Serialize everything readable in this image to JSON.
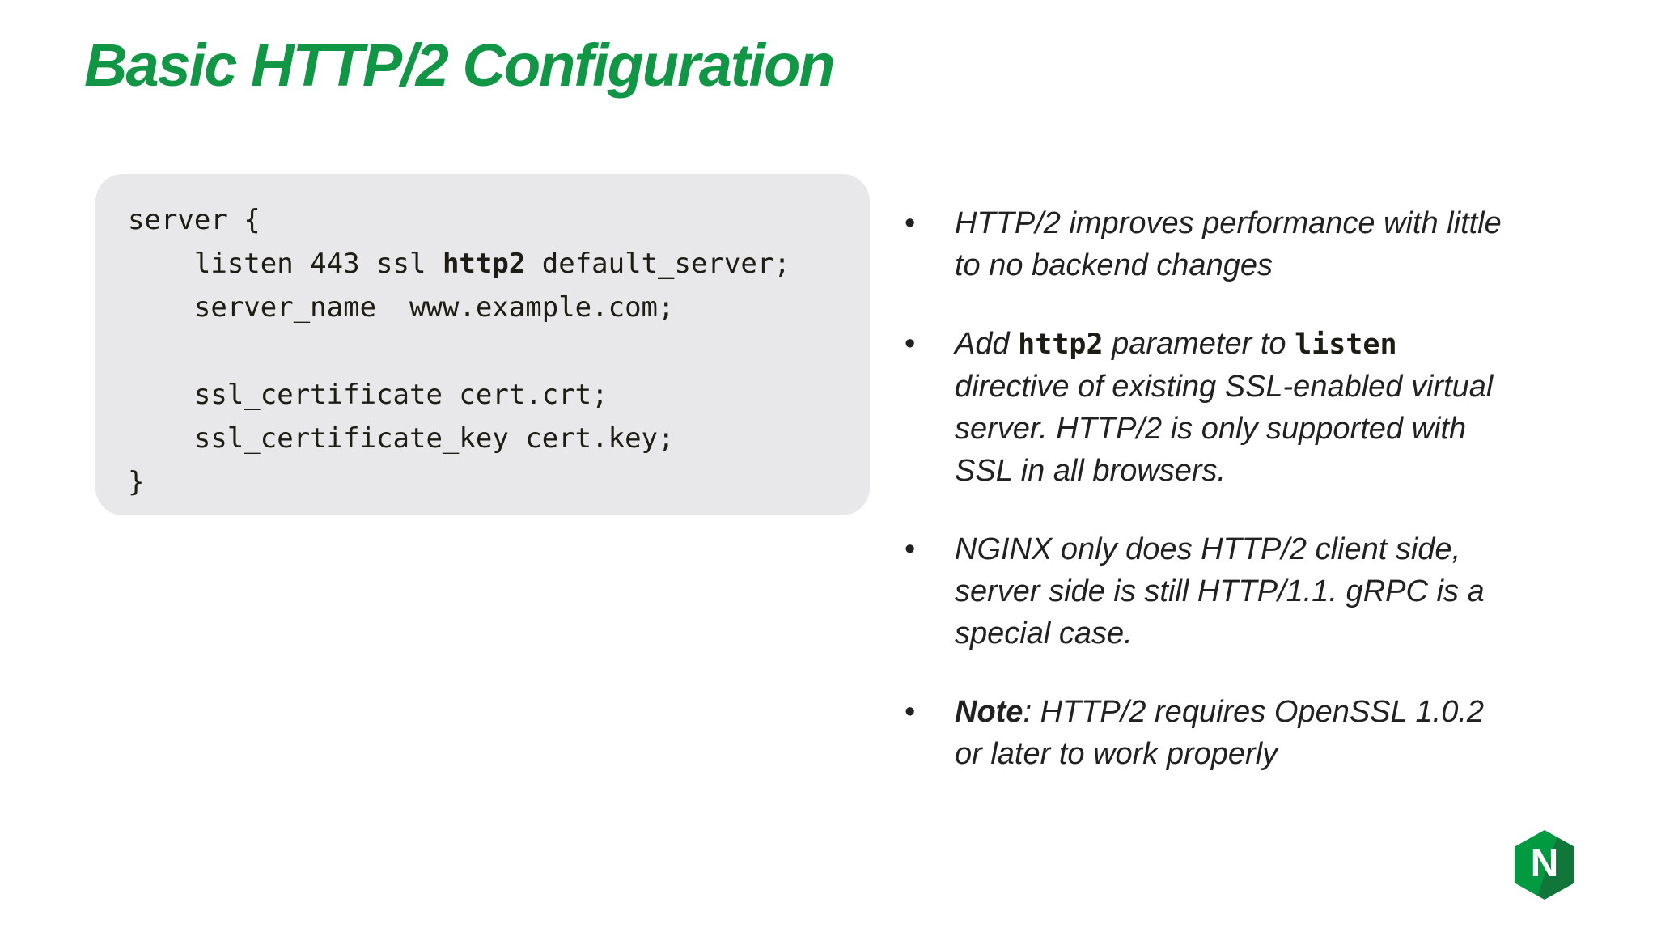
{
  "title": "Basic HTTP/2 Configuration",
  "colors": {
    "accent_green": "#119646",
    "code_background": "#e8e8ea",
    "body_text": "#212121",
    "logo_green": "#029a41",
    "logo_green_dark": "#11763a"
  },
  "code_block": {
    "lines": [
      [
        {
          "t": "server {"
        }
      ],
      [
        {
          "t": "    listen 443 ssl "
        },
        {
          "t": "http2",
          "b": true
        },
        {
          "t": " default_server;"
        }
      ],
      [
        {
          "t": "    server_name  www.example.com;"
        }
      ],
      [
        {
          "t": ""
        }
      ],
      [
        {
          "t": "    ssl_certificate cert.crt;"
        }
      ],
      [
        {
          "t": "    ssl_certificate_key cert.key;"
        }
      ],
      [
        {
          "t": "}"
        }
      ]
    ]
  },
  "bullets": {
    "marker": "•",
    "items": [
      {
        "runs": [
          {
            "t": "HTTP/2 improves performance with little\nto no backend changes"
          }
        ]
      },
      {
        "runs": [
          {
            "t": "Add "
          },
          {
            "t": "http2",
            "code": true
          },
          {
            "t": " parameter to "
          },
          {
            "t": "listen",
            "code": true
          },
          {
            "t": "\ndirective of existing SSL-enabled virtual\nserver. HTTP/2 is only supported with\nSSL in all browsers."
          }
        ]
      },
      {
        "runs": [
          {
            "t": "NGINX only does HTTP/2 client side,\nserver side is still HTTP/1.1. gRPC is a\nspecial case."
          }
        ]
      },
      {
        "runs": [
          {
            "t": "Note",
            "bold": true
          },
          {
            "t": ": HTTP/2 requires OpenSSL 1.0.2\nor later to work properly"
          }
        ]
      }
    ]
  },
  "logo": {
    "letter": "N"
  }
}
